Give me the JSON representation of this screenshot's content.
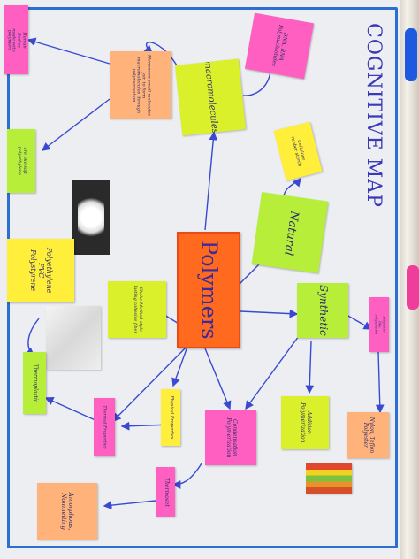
{
  "title": "COGNITIVE MAP",
  "colors": {
    "board": "#eceef2",
    "border": "#2d6fd1",
    "arrow": "#3a4ad0",
    "orange": "#ff6a1f",
    "pink": "#ff5fc0",
    "green": "#b6ee3a",
    "yellow": "#ffee3a",
    "peach": "#ffb27a",
    "text": "#2a2a6a"
  },
  "notes": {
    "polymers": "Polymers",
    "natural": "Natural",
    "synthetic": "Synthetic",
    "macromolecules": "macromolecules",
    "dna_rna": "DNA, RNA Polynucleotides",
    "monomers": "Monomers small molecules join to form macromolecules through polymerisation",
    "human_body": "Human Bodies made with polymers",
    "are_like": "are like soft polyethylene",
    "cellulose": "Cellulose rubber starch",
    "polyethylene": "Polyethylene PVC Polystyrene",
    "shake": "Shake-Method style lasting cohesive fiber",
    "thermoplastic": "Thermoplastic",
    "thermal": "Thermal Properties",
    "physical": "Physical Properties",
    "condensation": "Condensation Polymerization",
    "addition": "Addition Polymerization",
    "hydroxyl": "Polyester like Polyamides",
    "nylon": "Nylon, Teflon Polyester",
    "thermoset": "Thermoset",
    "amorphous": "Amorphous, Nonmelting"
  }
}
